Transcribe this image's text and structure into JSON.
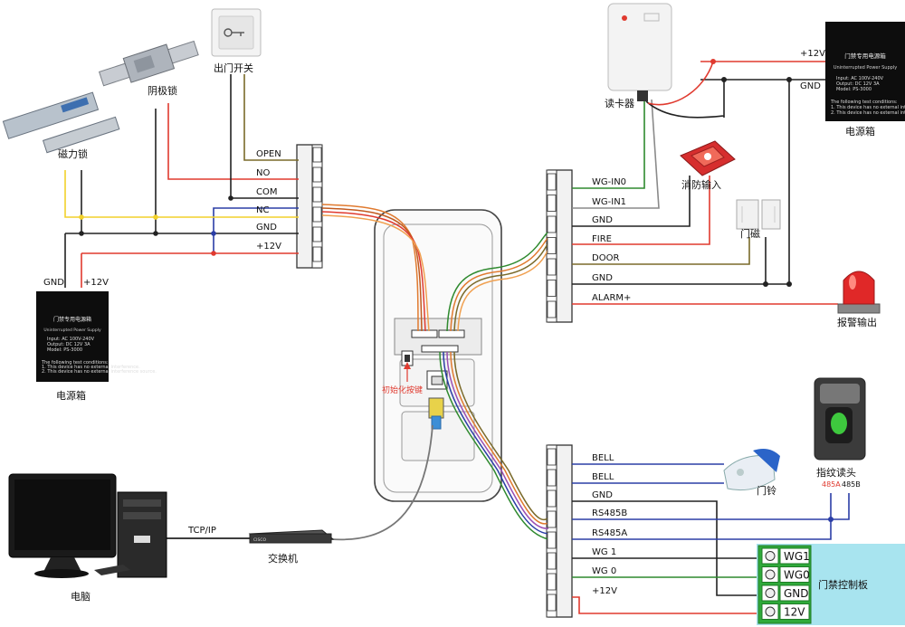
{
  "devices": {
    "door_button": "出门开关",
    "strike_lock": "阴极锁",
    "mag_lock": "磁力锁",
    "card_reader": "读卡器",
    "psu_left": "电源箱",
    "psu_right": "电源箱",
    "fire_input": "消防输入",
    "door_sensor": "门磁",
    "alarm_output": "报警输出",
    "doorbell": "门铃",
    "fingerprint": "指纹读头",
    "computer": "电脑",
    "switch": "交换机",
    "control_board": "门禁控制板",
    "reset_button": "初始化按键"
  },
  "psu_text": {
    "title": "门禁专用电源箱",
    "subtitle": "Uninterrupted Power Supply",
    "lines": [
      "Input: AC 100V-240V",
      "Output: DC 12V 3A",
      "Model: PS-3000"
    ],
    "notes": [
      "The following test conditions:",
      "1. This device has no external interference.",
      "2. This device has no external interference source."
    ]
  },
  "psu_left_labels": {
    "gnd": "GND",
    "v12": "+12V"
  },
  "psu_right_labels": {
    "v12": "+12V",
    "gnd": "GND"
  },
  "left_terminal": [
    "OPEN",
    "NO",
    "COM",
    "NC",
    "GND",
    "+12V"
  ],
  "right_top_terminal": [
    "WG-IN0",
    "WG-IN1",
    "GND",
    "FIRE",
    "DOOR",
    "GND",
    "ALARM+"
  ],
  "right_bottom_terminal": [
    "BELL",
    "BELL",
    "GND",
    "RS485B",
    "RS485A",
    "WG 1",
    "WG 0",
    "+12V"
  ],
  "board_pins": [
    "WG1",
    "WG0",
    "GND",
    "12V"
  ],
  "fingerprint_labels": {
    "a": "485A",
    "b": "485B"
  },
  "network_label": "TCP/IP",
  "switch_brand": "CISCO",
  "colors": {
    "red": "#e03a2f",
    "black": "#222222",
    "yellow": "#f2d12b",
    "blue": "#2b3ea6",
    "green": "#2f8a2f",
    "olive": "#7a6a2a",
    "gray": "#8a8a8a",
    "board_bg": "#a8e4ef",
    "board_green": "#2faa3a"
  }
}
